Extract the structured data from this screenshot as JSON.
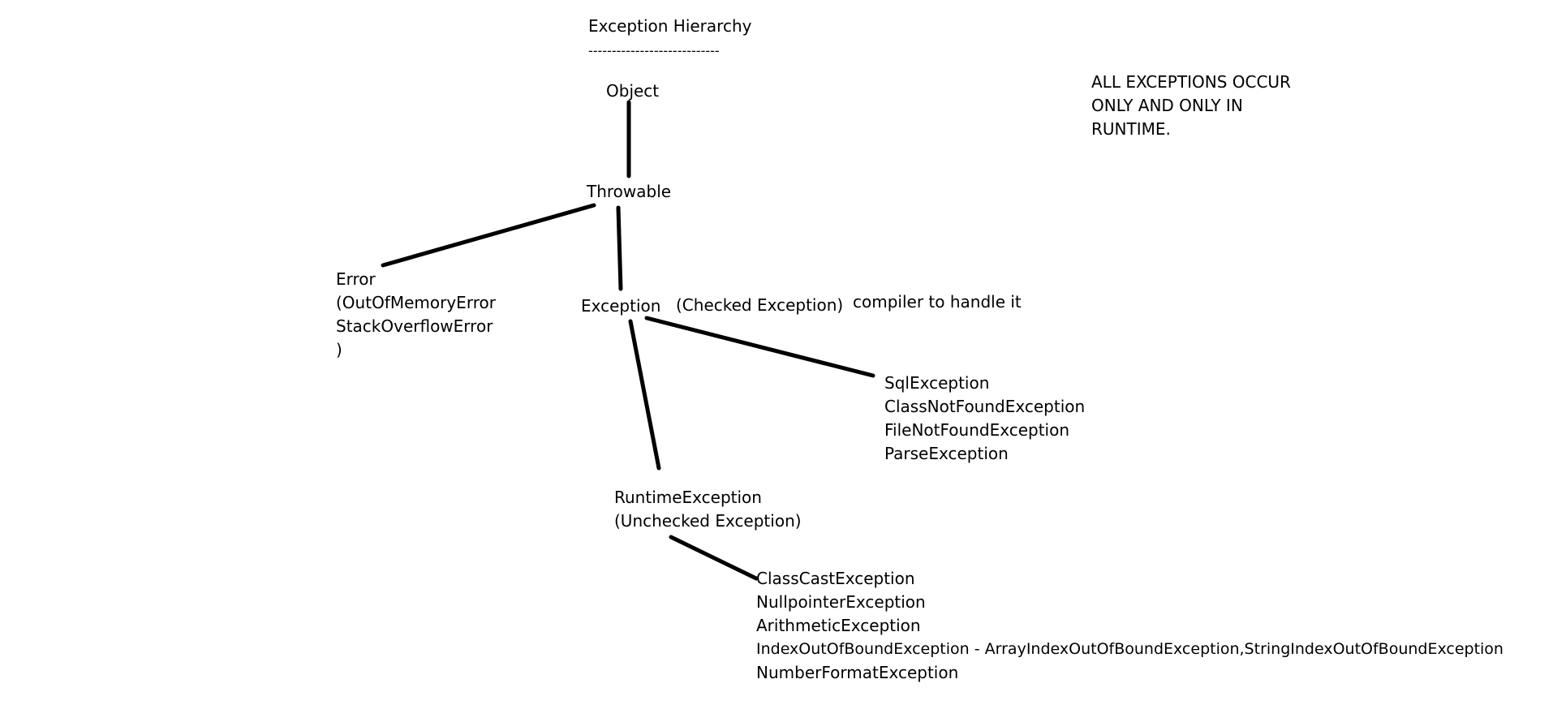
{
  "title": "Exception Hierarchy",
  "title_underline": "----------------------------",
  "note": [
    "ALL EXCEPTIONS OCCUR",
    "ONLY AND ONLY IN",
    "RUNTIME."
  ],
  "nodes": {
    "object": "Object",
    "throwable": "Throwable",
    "error": [
      "Error",
      "(OutOfMemoryError",
      "StackOverflowError",
      ")"
    ],
    "exception": "Exception",
    "checked_label": "(Checked Exception)",
    "compiler_note": "compiler to handle it",
    "checked_list": [
      "SqlException",
      "ClassNotFoundException",
      "FileNotFoundException",
      "ParseException"
    ],
    "runtime": [
      "RuntimeException",
      "(Unchecked Exception)"
    ],
    "unchecked_list": [
      "ClassCastException",
      "NullpointerException",
      "ArithmeticException",
      "IndexOutOfBoundException - ArrayIndexOutOfBoundException,StringIndexOutOfBoundException",
      "NumberFormatException"
    ]
  },
  "colors": {
    "background": "#ffffff",
    "ink": "#000000"
  }
}
